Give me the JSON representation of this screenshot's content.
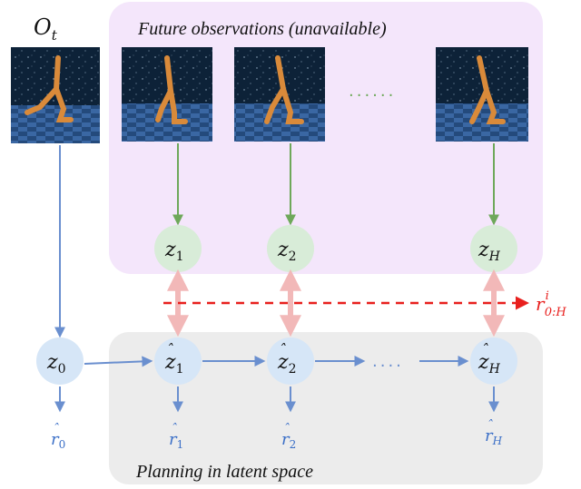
{
  "current_obs": {
    "label": "O",
    "sub": "t"
  },
  "future_region": {
    "title": "Future observations (unavailable)"
  },
  "planning_region": {
    "title": "Planning in latent space"
  },
  "future_frames_gap": "......",
  "latent_gap": "....",
  "encoded_nodes": [
    {
      "base": "z",
      "sub": "1"
    },
    {
      "base": "z",
      "sub": "2"
    },
    {
      "base": "z",
      "sub": "H"
    }
  ],
  "predicted_nodes": [
    {
      "base": "z",
      "hat": "ˆ",
      "sub": "0",
      "hatted": false
    },
    {
      "base": "z",
      "hat": "ˆ",
      "sub": "1",
      "hatted": true
    },
    {
      "base": "z",
      "hat": "ˆ",
      "sub": "2",
      "hatted": true
    },
    {
      "base": "z",
      "hat": "ˆ",
      "sub": "H",
      "hatted": true
    }
  ],
  "rewards": [
    {
      "base": "r",
      "hat": "ˆ",
      "sub": "0"
    },
    {
      "base": "r",
      "hat": "ˆ",
      "sub": "1"
    },
    {
      "base": "r",
      "hat": "ˆ",
      "sub": "2"
    },
    {
      "base": "r",
      "hat": "ˆ",
      "sub": "H"
    }
  ],
  "intrinsic_reward": {
    "base": "r",
    "sup": "i",
    "sub": "0:H"
  },
  "colors": {
    "future_bg": "#f4e6fb",
    "planning_bg": "#ececec",
    "encoded_node": "#d8ecd8",
    "predicted_node": "#d6e6f7",
    "green_arrow": "#6ea85a",
    "blue_arrow": "#6a8fcf",
    "pink_arrow": "#f2b8b8",
    "red_dashed": "#e8201e",
    "reward_text": "#3b6fc7"
  }
}
